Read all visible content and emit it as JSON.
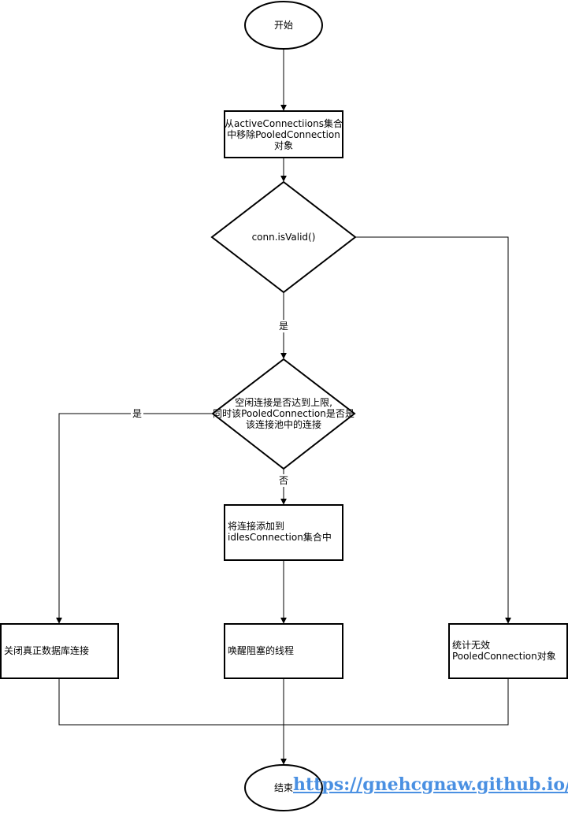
{
  "nodes": {
    "start": {
      "label": "开始"
    },
    "remove": {
      "lines": [
        "从activeConnectiions集合",
        "中移除PooledConnection",
        "对象"
      ]
    },
    "valid": {
      "label": "conn.isValid()"
    },
    "limit": {
      "lines": [
        "空闲连接是否达到上限,",
        "同时该PooledConnection是否是",
        "该连接池中的连接"
      ]
    },
    "add_idle": {
      "lines": [
        "将连接添加到",
        "idlesConnection集合中"
      ]
    },
    "close": {
      "label": "关闭真正数据库连接"
    },
    "wake": {
      "label": "唤醒阻塞的线程"
    },
    "count": {
      "lines": [
        "统计无效",
        "PooledConnection对象"
      ]
    },
    "end": {
      "label": "结束"
    }
  },
  "edges": {
    "valid_yes": "是",
    "limit_yes": "是",
    "limit_no": "否"
  },
  "watermark": "https://gnehcgnaw.github.io/"
}
